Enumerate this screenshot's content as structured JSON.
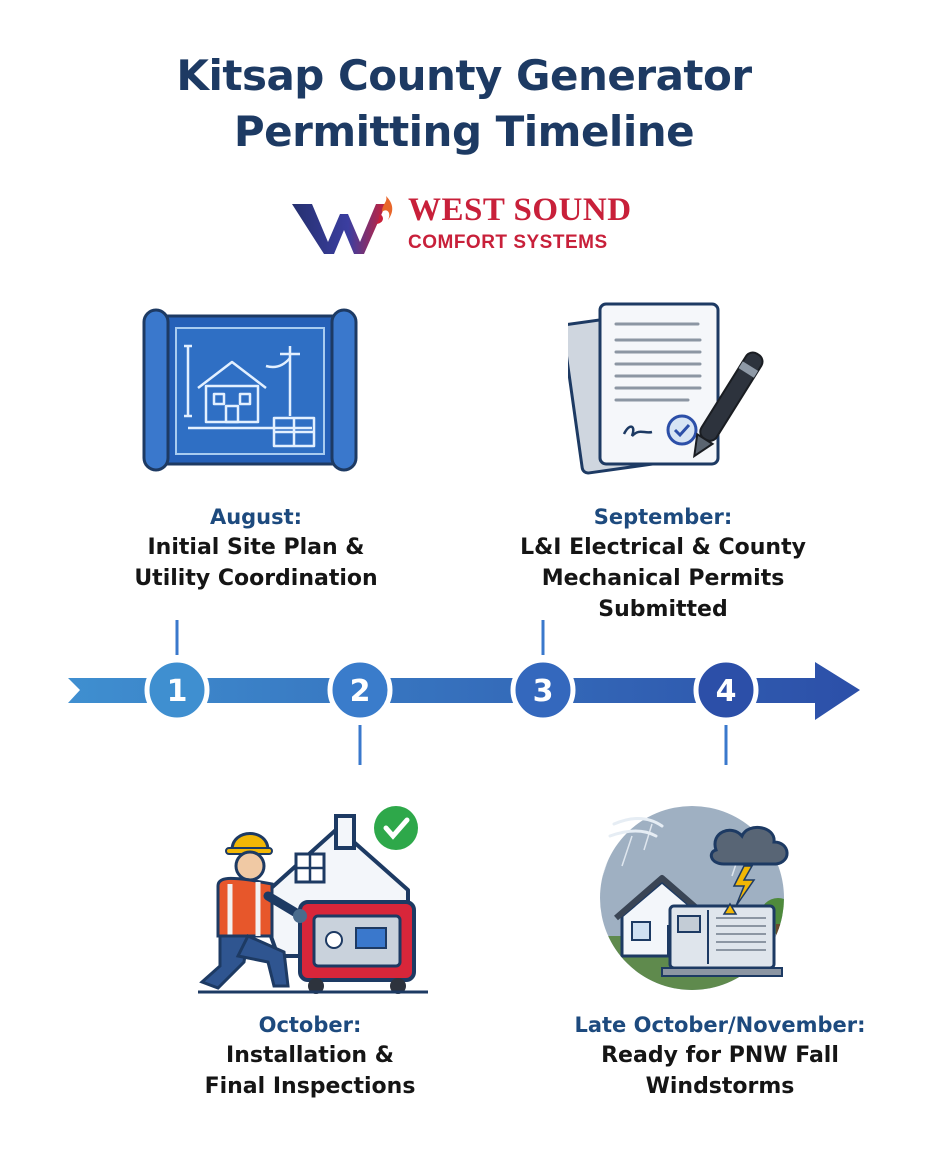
{
  "title_line1": "Kitsap County Generator",
  "title_line2": "Permitting Timeline",
  "logo": {
    "name": "WEST SOUND",
    "sub": "COMFORT SYSTEMS"
  },
  "colors": {
    "navy": "#1d3a63",
    "timeline_light": "#3f8fd0",
    "timeline_dark": "#2c4fa8",
    "brand_red": "#c8203a"
  },
  "steps": [
    {
      "number": "1",
      "month": "August:",
      "description": "Initial Site Plan &\nUtility Coordination",
      "icon": "blueprint-icon"
    },
    {
      "number": "2",
      "month": "October:",
      "description": "Installation &\nFinal Inspections",
      "icon": "technician-generator-icon"
    },
    {
      "number": "3",
      "month": "September:",
      "description": "L&I Electrical & County\nMechanical Permits\nSubmitted",
      "icon": "permit-documents-icon"
    },
    {
      "number": "4",
      "month": "Late October/November:",
      "description": "Ready for PNW Fall\nWindstorms",
      "icon": "storm-ready-home-icon"
    }
  ]
}
